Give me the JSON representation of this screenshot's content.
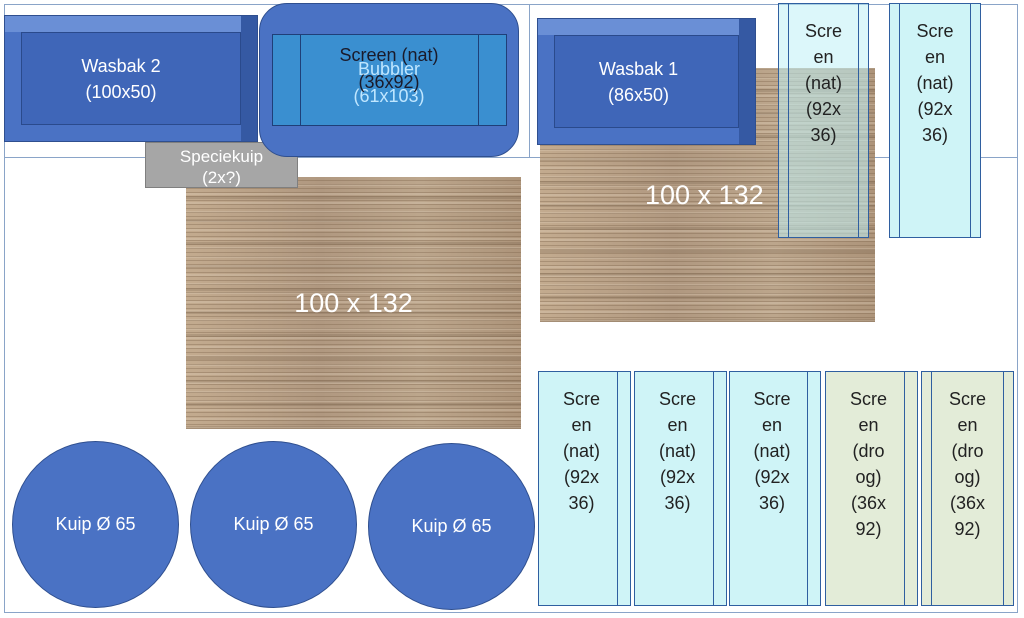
{
  "sinks": [
    {
      "id": "wasbak-2",
      "label": "Wasbak 2\n(100x50)"
    },
    {
      "id": "wasbak-1",
      "label": "Wasbak 1\n(86x50)"
    }
  ],
  "bubbler": {
    "screen_label": "Screen (nat)\n(36x92)",
    "bubbler_label": "Bubbler\n(61x103)"
  },
  "speciekuip": {
    "label": "Speciekuip\n(2x?)"
  },
  "tables": [
    {
      "id": "table-left",
      "label": "100 x 132"
    },
    {
      "id": "table-right",
      "label": "100 x 132"
    }
  ],
  "tubs": [
    {
      "label": "Kuip Ø 65"
    },
    {
      "label": "Kuip Ø 65"
    },
    {
      "label": "Kuip Ø 65"
    }
  ],
  "screens_top": [
    {
      "label": "Scre\nen\n(nat)\n(92x\n36)"
    },
    {
      "label": "Scre\nen\n(nat)\n(92x\n36)"
    }
  ],
  "screens_bottom": [
    {
      "label": "Scre\nen\n(nat)\n(92x\n36)",
      "type": "nat"
    },
    {
      "label": "Scre\nen\n(nat)\n(92x\n36)",
      "type": "nat"
    },
    {
      "label": "Scre\nen\n(nat)\n(92x\n36)",
      "type": "nat"
    },
    {
      "label": "Scre\nen\n(dro\nog)\n(36x\n92)",
      "type": "droog"
    },
    {
      "label": "Scre\nen\n(dro\nog)\n(36x\n92)",
      "type": "droog"
    }
  ],
  "colors": {
    "blue": "#4a72c4",
    "screen_wet": "#cff4f7",
    "screen_dry": "#e3ecd8",
    "grid": "#8aa4c8"
  }
}
